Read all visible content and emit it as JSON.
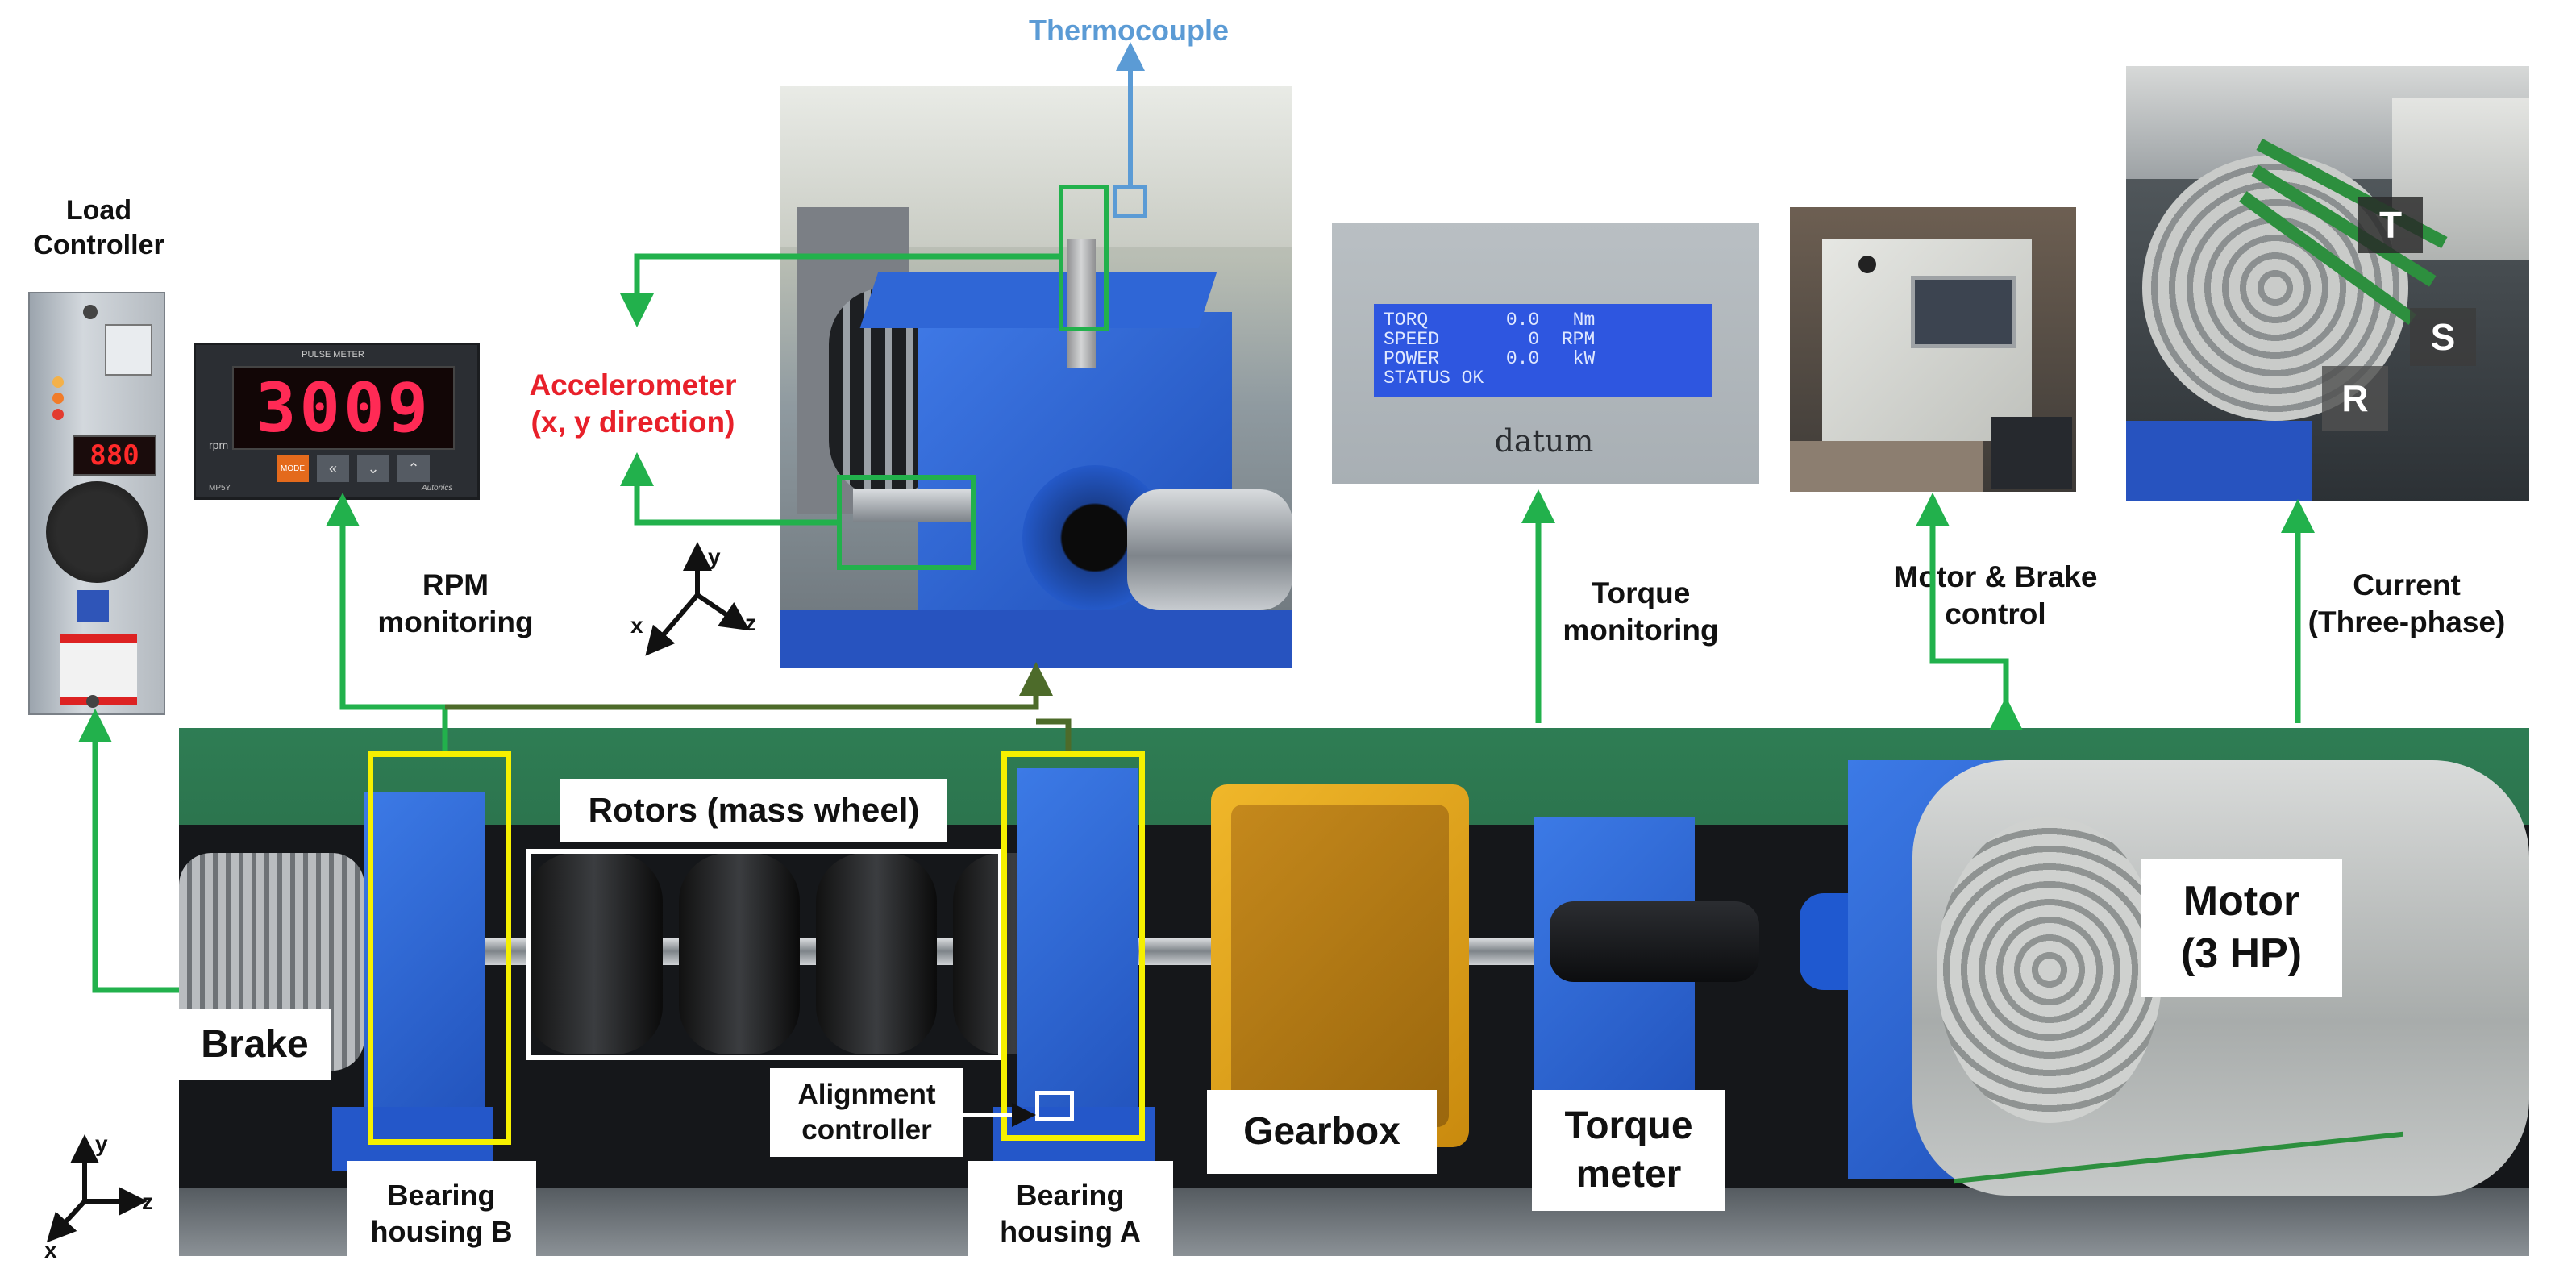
{
  "labels": {
    "load_controller": "Load\nController",
    "thermocouple": "Thermocouple",
    "accelerometer": "Accelerometer\n(x, y direction)",
    "rpm_monitoring": "RPM\nmonitoring",
    "torque_monitoring": "Torque\nmonitoring",
    "motor_brake_control": "Motor & Brake\ncontrol",
    "current": "Current\n(Three-phase)",
    "rotors": "Rotors (mass wheel)",
    "brake": "Brake",
    "alignment_controller": "Alignment\ncontroller",
    "gearbox": "Gearbox",
    "torque_meter": "Torque\nmeter",
    "motor": "Motor\n(3 HP)",
    "bearing_housing_b": "Bearing\nhousing B",
    "bearing_housing_a": "Bearing\nhousing A"
  },
  "axes": {
    "x": "x",
    "y": "y",
    "z": "z"
  },
  "rpm_display": {
    "value": "3009",
    "unit": "rpm",
    "caption": "PULSE METER",
    "mode_button": "MODE",
    "brand": "Autonics",
    "model": "MP5Y"
  },
  "load_display": {
    "value": "880"
  },
  "torque_display": {
    "lines": [
      "TORQ       0.0   Nm",
      "SPEED        0  RPM",
      "POWER      0.0   kW",
      "STATUS OK"
    ],
    "brand": "datum"
  },
  "phases": {
    "t": "T",
    "s": "S",
    "r": "R"
  },
  "colors": {
    "arrow_green": "#22b14c",
    "dark_green": "#4d6b2a",
    "accelerometer_red": "#e8202a",
    "thermocouple_blue": "#5b9bd5",
    "highlight_yellow": "#f5f000",
    "machine_blue": "#2457c9",
    "gearbox_gold": "#e8a81c"
  }
}
